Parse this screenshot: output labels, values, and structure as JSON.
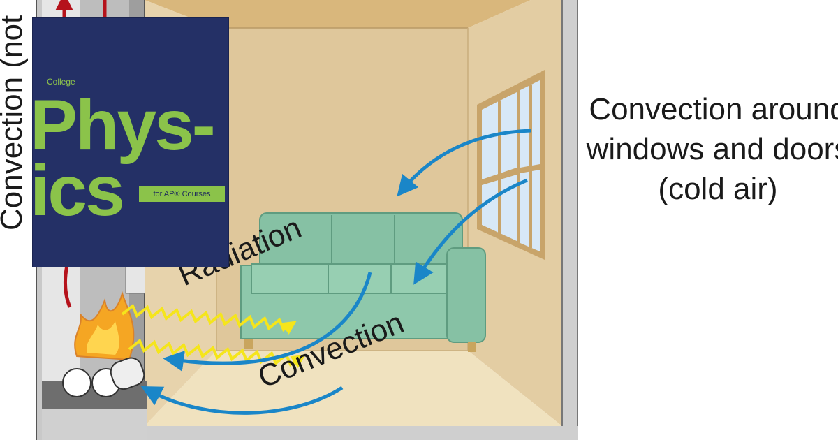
{
  "labels": {
    "side_label": "Convection (not",
    "windows_label": "Convection around windows and doors (cold air)",
    "radiation_label": "Radiation",
    "convection_label": "Convection"
  },
  "book": {
    "college": "College",
    "title_line1": "Phys-",
    "title_line2": "ics",
    "tag": "for AP® Courses"
  },
  "colors": {
    "wall": "#dfc79b",
    "floor": "#f0e2bf",
    "ceiling": "#d9b77c",
    "sofa": "#86c1a4",
    "arrow_blue": "#1a86c8",
    "radiation_yellow": "#f5e51b",
    "chimney_arrow": "#b5121b",
    "book_cover": "#243066",
    "book_title": "#8bc34a"
  }
}
